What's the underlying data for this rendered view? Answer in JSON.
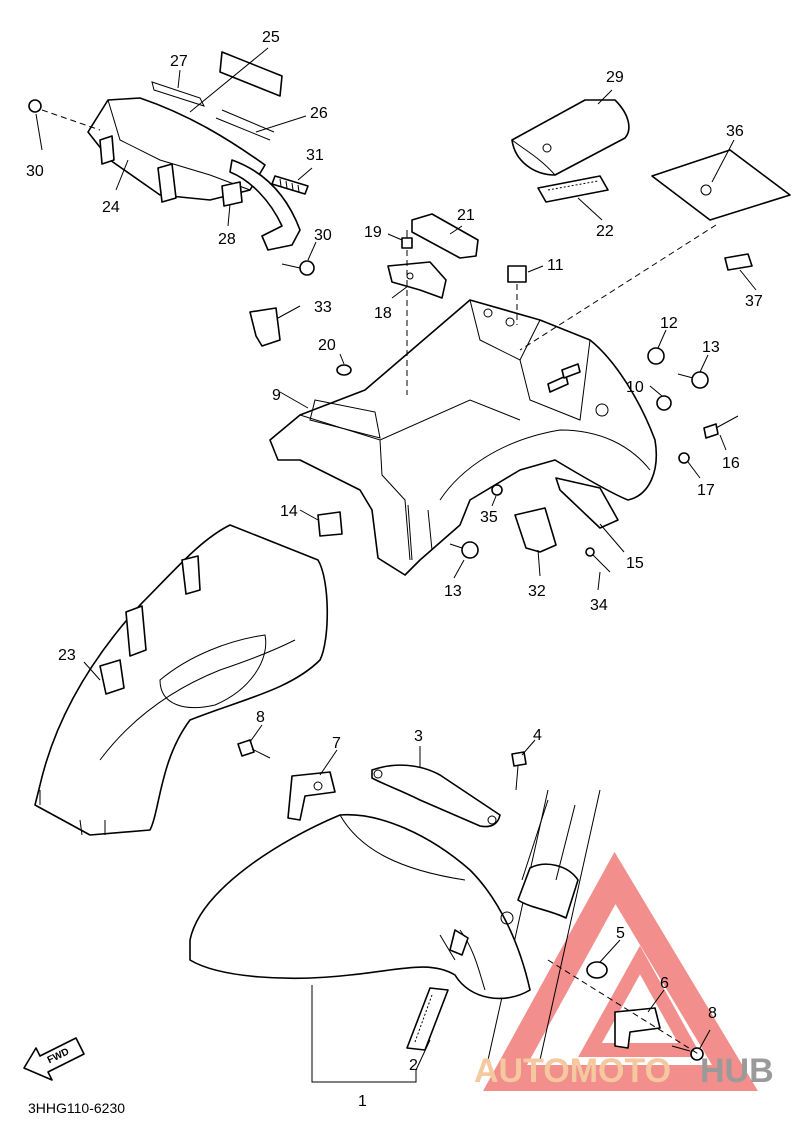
{
  "diagram_code": "3HHG110-6230",
  "fwd_label": "FWD",
  "watermark": {
    "word_a": "AUTOMOTO",
    "word_b": "HUB",
    "color_a": "#f5c9a0",
    "color_b": "#9a9a9a",
    "triangle_color": "#e8322e"
  },
  "callouts": [
    "1",
    "2",
    "3",
    "4",
    "5",
    "6",
    "7",
    "8",
    "8",
    "9",
    "10",
    "11",
    "12",
    "13",
    "13",
    "14",
    "15",
    "16",
    "17",
    "18",
    "19",
    "20",
    "21",
    "22",
    "23",
    "24",
    "25",
    "26",
    "27",
    "28",
    "29",
    "30",
    "30",
    "31",
    "32",
    "33",
    "34",
    "35",
    "36",
    "37"
  ]
}
